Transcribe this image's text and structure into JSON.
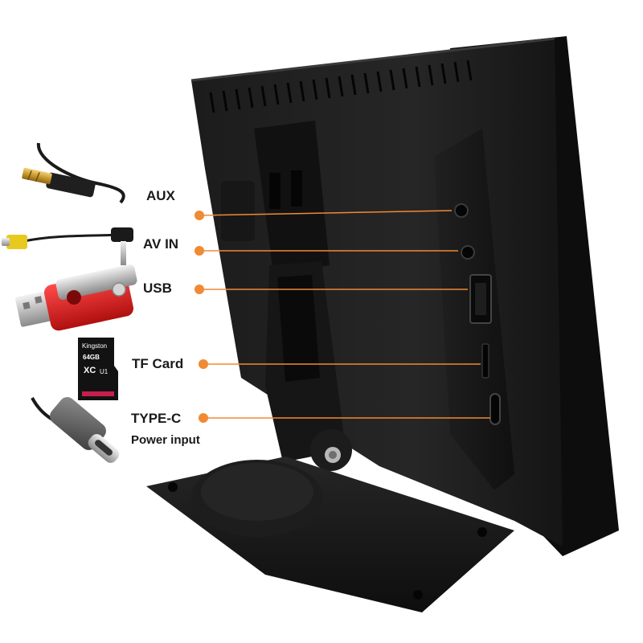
{
  "accent_color": "#f08a33",
  "ports": [
    {
      "id": "aux",
      "label": "AUX",
      "sublabel": ""
    },
    {
      "id": "av-in",
      "label": "AV IN",
      "sublabel": ""
    },
    {
      "id": "usb",
      "label": "USB",
      "sublabel": ""
    },
    {
      "id": "tf-card",
      "label": "TF Card",
      "sublabel": ""
    },
    {
      "id": "type-c",
      "label": "TYPE-C",
      "sublabel": "Power input"
    }
  ],
  "tf_card": {
    "brand": "Kingston",
    "capacity": "64GB",
    "format": "XC",
    "class_mark": "U1"
  },
  "icons": [
    "audio-jack-icon",
    "rca-cable-icon",
    "usb-drive-icon",
    "micro-sd-card-icon",
    "usb-c-cable-icon"
  ]
}
